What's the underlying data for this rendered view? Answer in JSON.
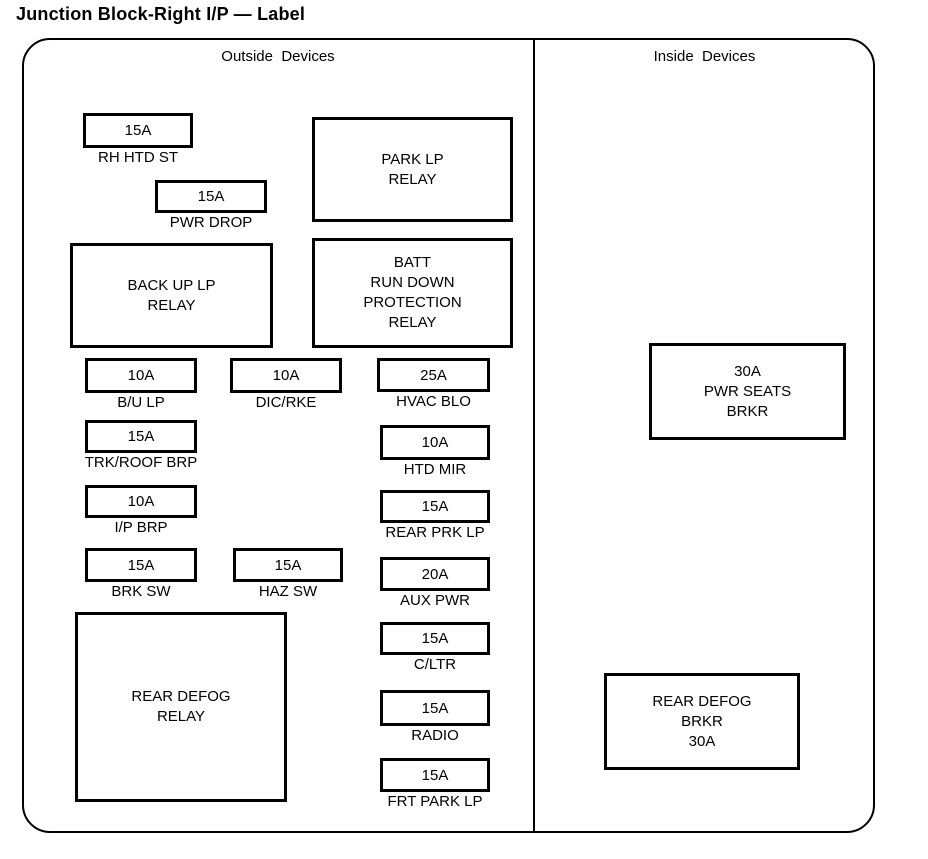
{
  "title": "Junction Block-Right I/P — Label",
  "outside": {
    "header": "Outside  Devices",
    "fuses": [
      {
        "amp": "15A",
        "label": "RH HTD ST"
      },
      {
        "amp": "15A",
        "label": "PWR DROP"
      },
      {
        "amp": "10A",
        "label": "B/U LP"
      },
      {
        "amp": "10A",
        "label": "DIC/RKE"
      },
      {
        "amp": "25A",
        "label": "HVAC BLO"
      },
      {
        "amp": "15A",
        "label": "TRK/ROOF BRP"
      },
      {
        "amp": "10A",
        "label": "HTD MIR"
      },
      {
        "amp": "10A",
        "label": "I/P BRP"
      },
      {
        "amp": "15A",
        "label": "REAR PRK LP"
      },
      {
        "amp": "15A",
        "label": "BRK SW"
      },
      {
        "amp": "15A",
        "label": "HAZ SW"
      },
      {
        "amp": "20A",
        "label": "AUX PWR"
      },
      {
        "amp": "15A",
        "label": "C/LTR"
      },
      {
        "amp": "15A",
        "label": "RADIO"
      },
      {
        "amp": "15A",
        "label": "FRT PARK LP"
      }
    ],
    "relays": [
      {
        "text": "PARK LP\nRELAY"
      },
      {
        "text": "BATT\nRUN DOWN\nPROTECTION\nRELAY"
      },
      {
        "text": "BACK UP LP\nRELAY"
      },
      {
        "text": "REAR DEFOG\nRELAY"
      }
    ]
  },
  "inside": {
    "header": "Inside  Devices",
    "breakers": [
      {
        "text": "30A\nPWR SEATS\nBRKR"
      },
      {
        "text": "REAR DEFOG\nBRKR\n30A"
      }
    ]
  },
  "colors": {
    "line": "#000000",
    "background": "#ffffff"
  }
}
